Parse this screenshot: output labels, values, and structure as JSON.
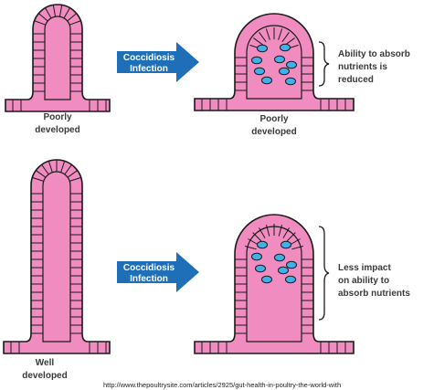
{
  "diagram": {
    "top_left_label": [
      "Poorly",
      "developed"
    ],
    "top_arrow_label": [
      "Coccidiosis",
      "Infection"
    ],
    "top_right_label": [
      "Poorly",
      "developed"
    ],
    "top_annotation": [
      "Ability to absorb",
      "nutrients is",
      "reduced"
    ],
    "bottom_left_label": [
      "Well",
      "developed"
    ],
    "bottom_arrow_label": [
      "Coccidiosis",
      "Infection"
    ],
    "bottom_annotation": [
      "Less impact",
      "on ability to",
      "absorb nutrients"
    ],
    "source_url": "http://www.thepoultrysite.com/articles/2925/gut-health-in-poultry-the-world-with"
  },
  "colors": {
    "villus_fill": "#f08cc0",
    "cell_fill": "#f08cc0",
    "outline": "#1a1a1a",
    "arrow_fill": "#1f6fb8",
    "parasite_fill": "#3fb0e8"
  }
}
